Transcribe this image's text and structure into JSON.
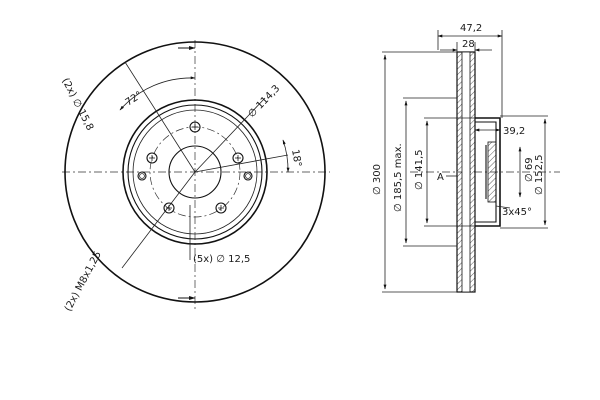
{
  "front_view": {
    "label_2x_hole": "(2x) ∅ 15,8",
    "label_angle": "72°",
    "label_pcd": "∅ 114,3",
    "label_angle_small": "18°",
    "label_bolt_holes": "(5x) ∅ 12,5",
    "label_thread": "(2x) M8x1,25"
  },
  "side_view": {
    "label_total_width": "47,2",
    "label_disc_width": "28",
    "label_diameter": "∅ 300",
    "label_max": "∅ 185,5 max.",
    "label_inner": "∅ 141,5",
    "label_ref": "A",
    "label_hat_height": "39,2",
    "label_center_bore": "∅ 69",
    "label_hub": "∅ 152,5",
    "label_chamfer": "3x45°"
  },
  "colors": {
    "line": "#111111",
    "hatch": "#333333",
    "background": "#ffffff"
  }
}
